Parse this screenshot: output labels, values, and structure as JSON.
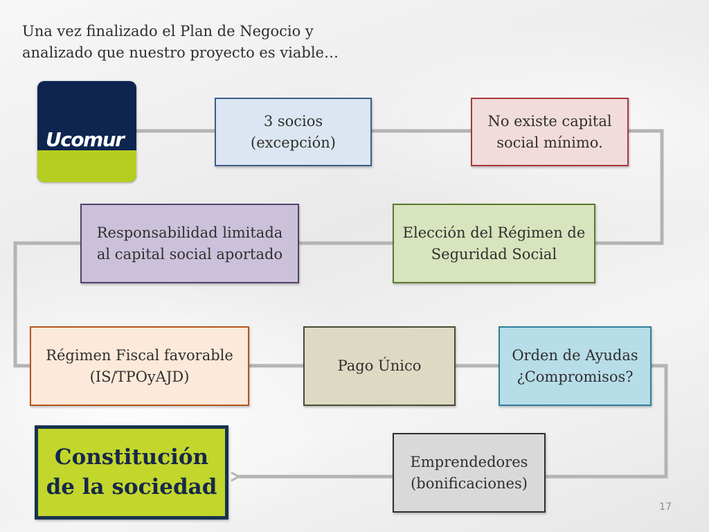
{
  "intro": {
    "line1": "Una vez finalizado el Plan de Negocio y",
    "line2": "analizado que nuestro proyecto es viable…"
  },
  "logo": {
    "text": "Ucomur",
    "colors": {
      "navy": "#0e2550",
      "green": "#b5cd21"
    }
  },
  "steps": {
    "socios": "3 socios\n(excepción)",
    "capital": "No existe capital\nsocial mínimo.",
    "responsabilidad": "Responsabilidad limitada\nal capital social aportado",
    "regimen": "Elección del Régimen de\nSeguridad Social",
    "fiscal": "Régimen Fiscal favorable\n(IS/TPOyAJD)",
    "pago": "Pago Único",
    "ayudas": "Orden de Ayudas\n¿Compromisos?",
    "emprendedores": "Emprendedores\n(bonificaciones)",
    "constitucion": "Constitución\nde la sociedad"
  },
  "page_number": "17",
  "colors": {
    "connector": "#b4b4b4",
    "final_box": "#c3d62b"
  }
}
